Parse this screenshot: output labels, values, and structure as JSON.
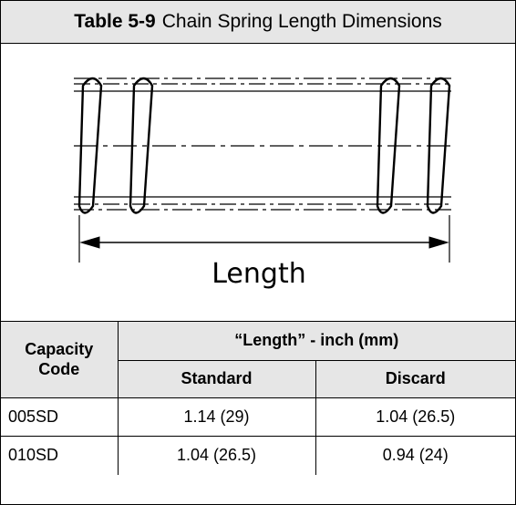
{
  "title": {
    "number": "Table 5-9",
    "text": "Chain Spring Length Dimensions"
  },
  "figure": {
    "dimension_label": "Length"
  },
  "table": {
    "capacity_header_line1": "Capacity",
    "capacity_header_line2": "Code",
    "length_header": "“Length”  -  inch (mm)",
    "standard_header": "Standard",
    "discard_header": "Discard",
    "rows": [
      {
        "code": "005SD",
        "standard": "1.14 (29)",
        "discard": "1.04 (26.5)"
      },
      {
        "code": "010SD",
        "standard": "1.04 (26.5)",
        "discard": "0.94 (24)"
      }
    ]
  }
}
